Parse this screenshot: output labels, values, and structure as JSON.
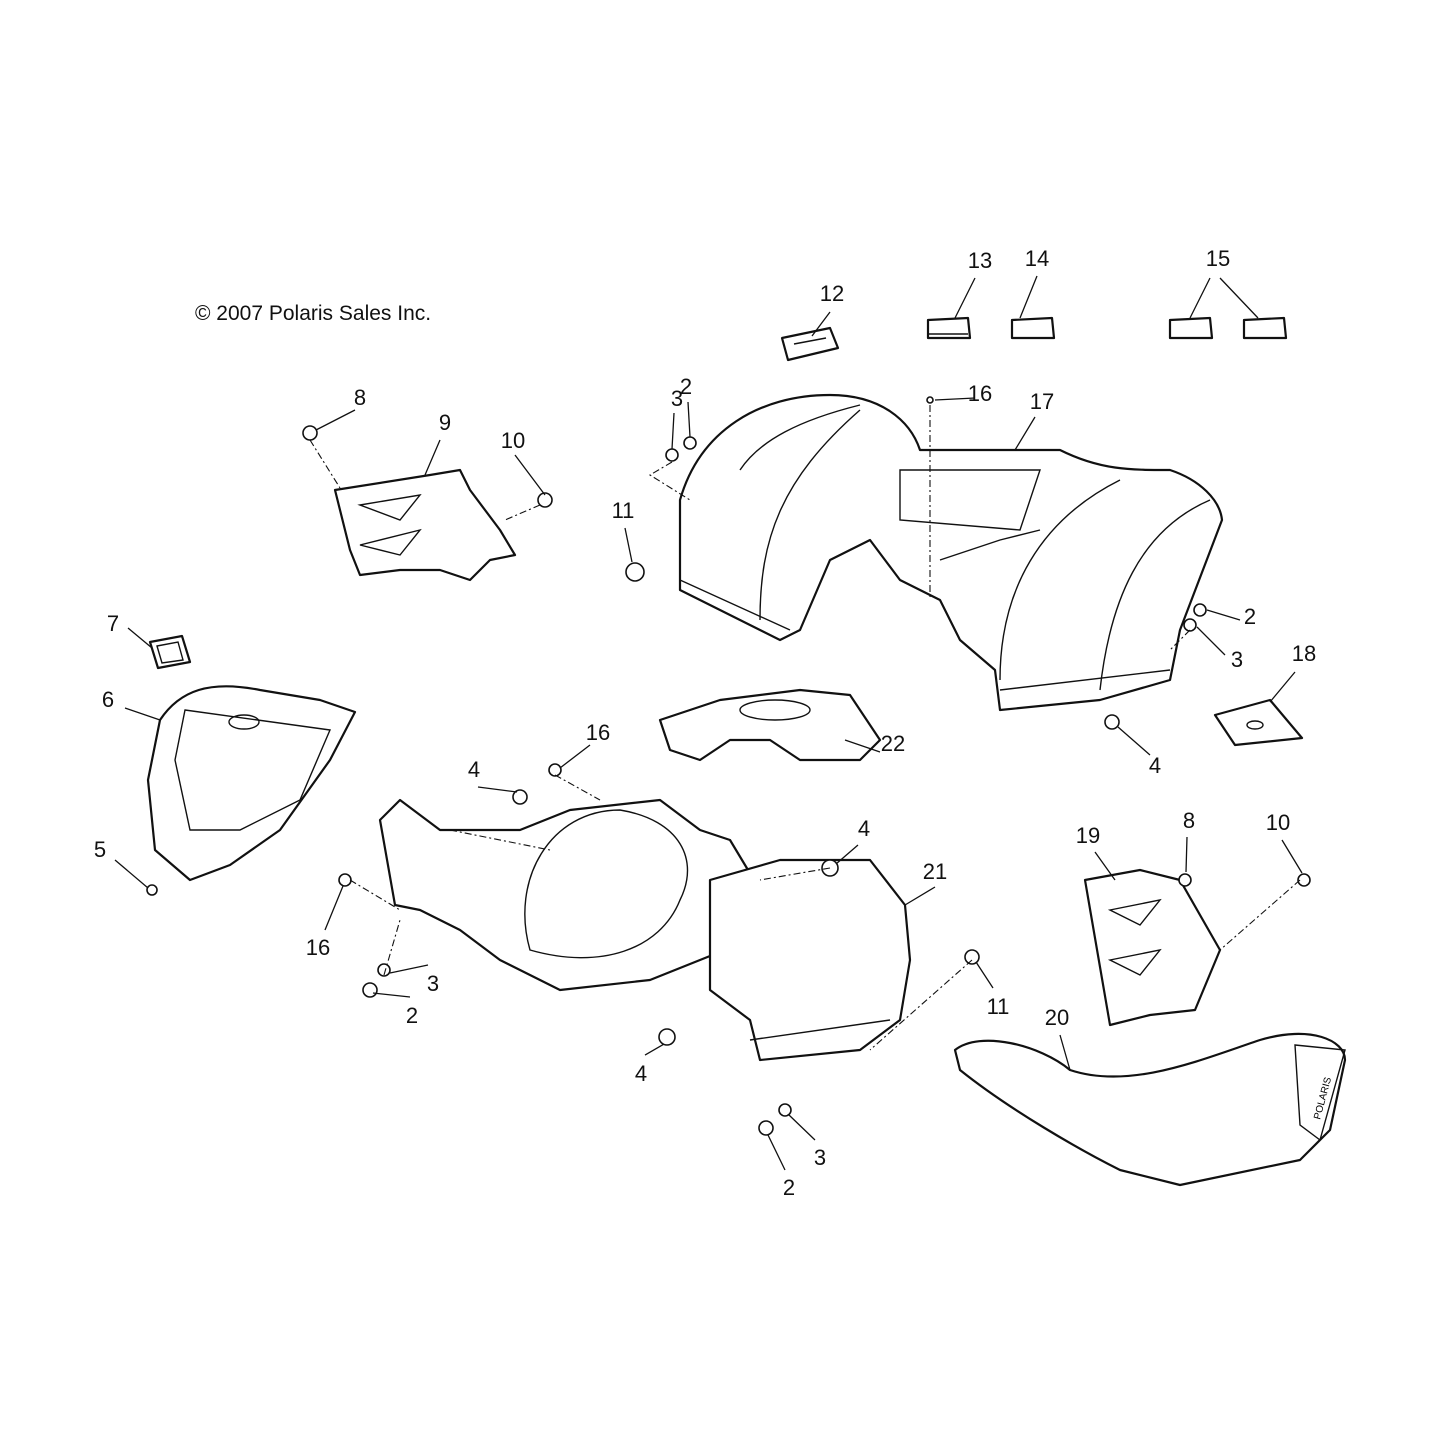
{
  "copyright": "© 2007 Polaris Sales Inc.",
  "callouts": {
    "c13": "13",
    "c14": "14",
    "c15": "15",
    "c12": "12",
    "c8a": "8",
    "c9": "9",
    "c10a": "10",
    "c3a": "3",
    "c2a": "2",
    "c16a": "16",
    "c17": "17",
    "c11a": "11",
    "c7": "7",
    "c6": "6",
    "c2b": "2",
    "c3b": "3",
    "c18": "18",
    "c16b": "16",
    "c22": "22",
    "c4a": "4",
    "c4b": "4",
    "c4c": "4",
    "c19": "19",
    "c8b": "8",
    "c10b": "10",
    "c21": "21",
    "c5": "5",
    "c16c": "16",
    "c3c": "3",
    "c2c": "2",
    "c4d": "4",
    "c11b": "11",
    "c20": "20",
    "c3d": "3",
    "c2d": "2"
  },
  "seat_logo": "POLARIS"
}
